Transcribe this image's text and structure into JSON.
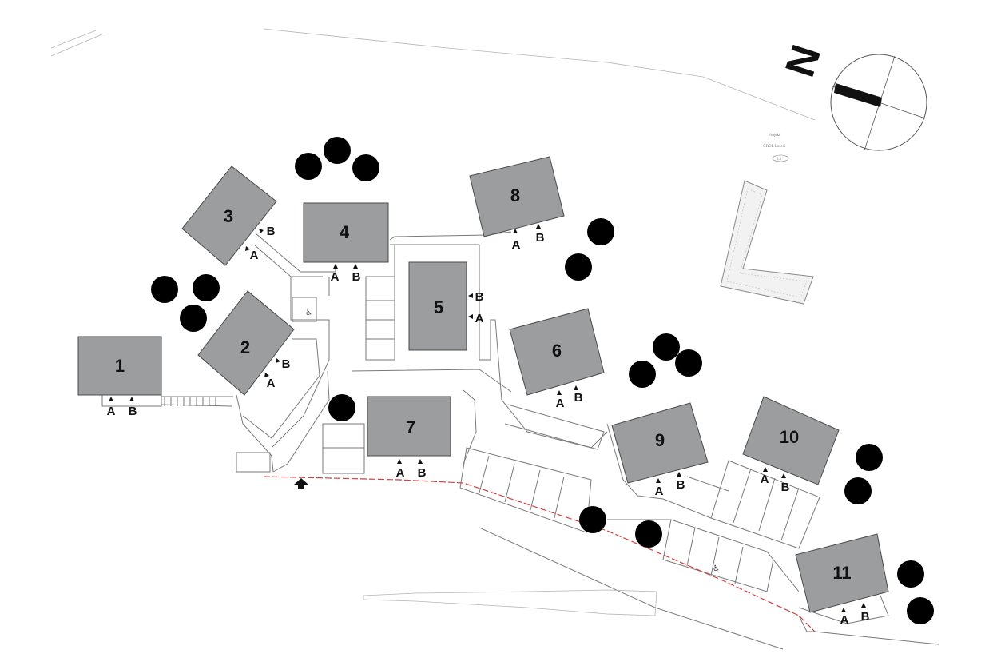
{
  "compass": {
    "letter": "N"
  },
  "label_note": {
    "line1": "Projekt",
    "line2": "GROL Losovi",
    "line3": "3.1"
  },
  "buildings": [
    {
      "id": "b1",
      "label": "1"
    },
    {
      "id": "b2",
      "label": "2"
    },
    {
      "id": "b3",
      "label": "3"
    },
    {
      "id": "b4",
      "label": "4"
    },
    {
      "id": "b5",
      "label": "5"
    },
    {
      "id": "b6",
      "label": "6"
    },
    {
      "id": "b7",
      "label": "7"
    },
    {
      "id": "b8",
      "label": "8"
    },
    {
      "id": "b9",
      "label": "9"
    },
    {
      "id": "b10",
      "label": "10"
    },
    {
      "id": "b11",
      "label": "11"
    }
  ],
  "entrances": {
    "a": "A",
    "b": "B"
  },
  "icons": {
    "tree": "tree-icon",
    "arrow": "entry-arrow-icon",
    "accessible": "wheelchair-icon"
  },
  "colors": {
    "building": "#9c9d9f",
    "tree": "#0e5a2b",
    "boundary": "#d04040"
  }
}
